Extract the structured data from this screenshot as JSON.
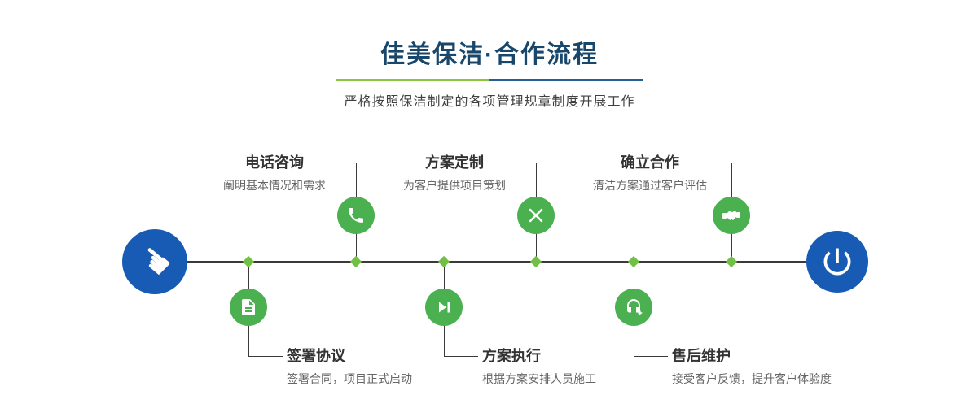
{
  "header": {
    "title": "佳美保洁·合作流程",
    "subtitle": "严格按照保洁制定的各项管理规章制度开展工作"
  },
  "steps": {
    "top": [
      {
        "title": "电话咨询",
        "desc": "阐明基本情况和需求",
        "icon": "phone-icon"
      },
      {
        "title": "方案定制",
        "desc": "为客户提供项目策划",
        "icon": "design-tools-icon"
      },
      {
        "title": "确立合作",
        "desc": "清洁方案通过客户评估",
        "icon": "handshake-icon"
      }
    ],
    "bottom": [
      {
        "title": "签署协议",
        "desc": "签署合同，项目正式启动",
        "icon": "contract-document-icon"
      },
      {
        "title": "方案执行",
        "desc": "根据方案安排人员施工",
        "icon": "play-next-icon"
      },
      {
        "title": "售后维护",
        "desc": "接受客户反馈，提升客户体验度",
        "icon": "headset-plus-icon"
      }
    ]
  },
  "endpoints": {
    "start_icon": "hand-pointer-icon",
    "end_icon": "power-icon"
  },
  "colors": {
    "title_navy": "#18476b",
    "underline_green": "#8cc63f",
    "underline_blue": "#265f92",
    "node_green": "#4bb04f",
    "diamond_green": "#70c043",
    "endpoint_blue": "#185bb5",
    "line_dark": "#3a3a3a",
    "step_title": "#333333",
    "step_desc": "#666666"
  }
}
